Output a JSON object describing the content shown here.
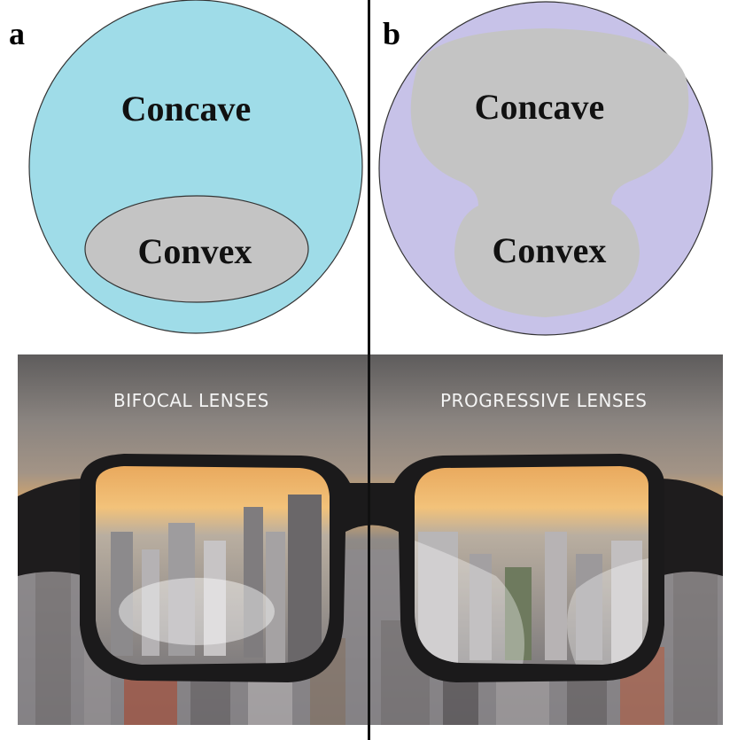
{
  "panel_a": {
    "letter": "a",
    "upper_label": "Concave",
    "lower_label": "Convex",
    "background_color": "#9fdce8",
    "zone_color": "#c4c4c4"
  },
  "panel_b": {
    "letter": "b",
    "upper_label": "Concave",
    "lower_label": "Convex",
    "background_color": "#c7c2e8",
    "zone_color": "#c4c4c4"
  },
  "photo": {
    "left_caption": "BIFOCAL LENSES",
    "right_caption": "PROGRESSIVE LENSES"
  }
}
